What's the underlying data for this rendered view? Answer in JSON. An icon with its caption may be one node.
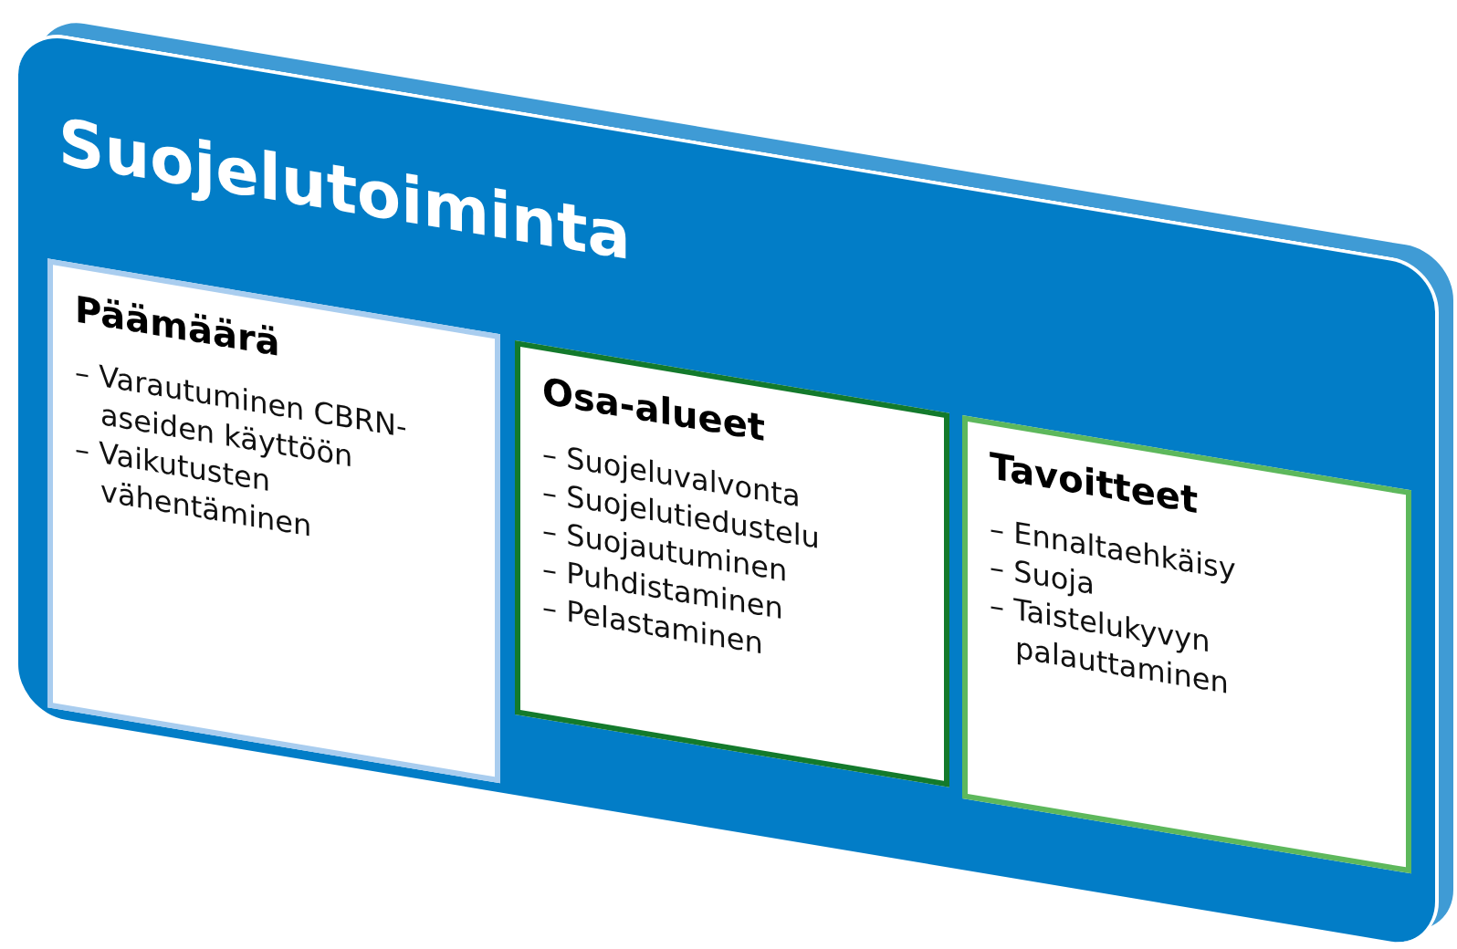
{
  "diagram": {
    "nodes": [
      {
        "text": [
          "Suojelutoiminta"
        ]
      },
      {
        "text": [
          "Päämäärä",
          "– Varautuminen CBRN-aseiden käyttöön",
          "– Vaikutusten vähentäminen"
        ],
        "in": 0
      },
      {
        "text": [
          "Osa-alueet",
          "– Suojeluvalvonta",
          "– Suojelutiedustelu",
          "– Suojautuminen",
          "– Puhdistaminen",
          "– Pelastaminen"
        ],
        "in": 0
      },
      {
        "text": [
          "Tavoitteet",
          "– Ennaltaehkäisy",
          "– Suoja",
          "– Taistelukyvyn palauttaminen"
        ],
        "in": 0
      }
    ]
  }
}
